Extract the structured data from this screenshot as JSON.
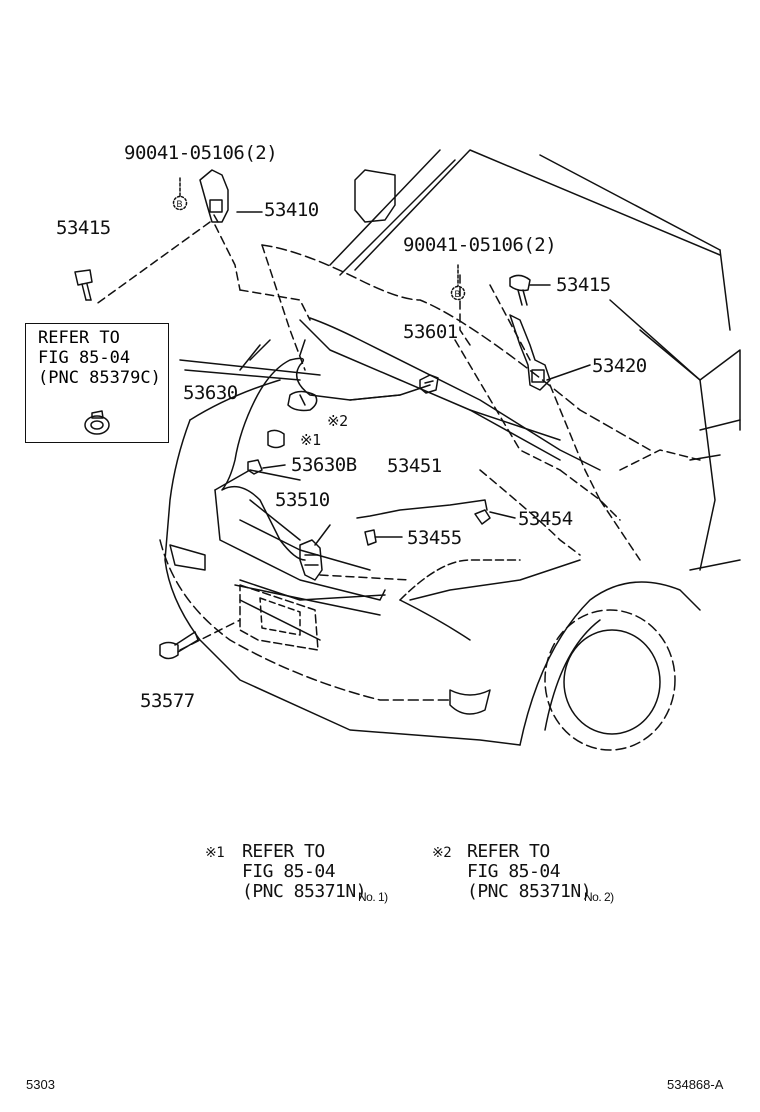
{
  "labels": {
    "bolt_top": "90041-05106(2)",
    "bolt_right": "90041-05106(2)",
    "p53410": "53410",
    "p53415_left": "53415",
    "p53415_right": "53415",
    "p53601": "53601",
    "p53420": "53420",
    "p53630": "53630",
    "p53630b": "53630B",
    "p53451": "53451",
    "p53454": "53454",
    "p53510": "53510",
    "p53455": "53455",
    "p53577": "53577",
    "mark1_near": "※1",
    "mark2_near": "※2"
  },
  "circle_b": "B",
  "refer_box": {
    "line1": "REFER TO",
    "line2": "FIG 85-04",
    "line3": "(PNC 85379C)"
  },
  "notes": [
    {
      "mark": "※1",
      "line1": "REFER TO",
      "line2": "FIG 85-04",
      "line3": "(PNC 85371N)",
      "suffix": "No. 1)"
    },
    {
      "mark": "※2",
      "line1": "REFER TO",
      "line2": "FIG 85-04",
      "line3": "(PNC 85371N)",
      "suffix": "No. 2)"
    }
  ],
  "footer": {
    "left": "5303",
    "right": "534868-A"
  }
}
